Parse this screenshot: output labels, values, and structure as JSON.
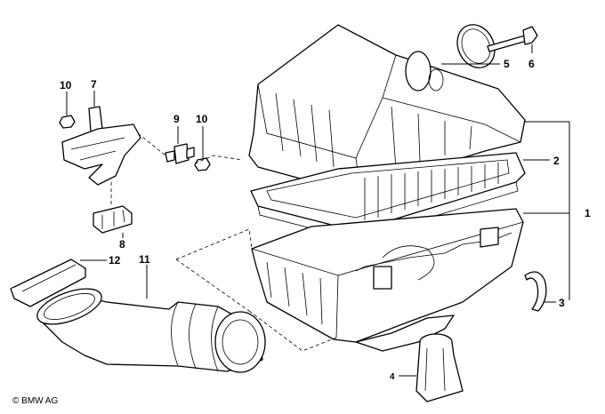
{
  "diagram": {
    "labels": {
      "n1": "1",
      "n2": "2",
      "n3": "3",
      "n4": "4",
      "n5": "5",
      "n6": "6",
      "n7": "7",
      "n8": "8",
      "n9": "9",
      "n10a": "10",
      "n10b": "10",
      "n11": "11",
      "n12": "12"
    },
    "copyright": "© BMW AG"
  }
}
